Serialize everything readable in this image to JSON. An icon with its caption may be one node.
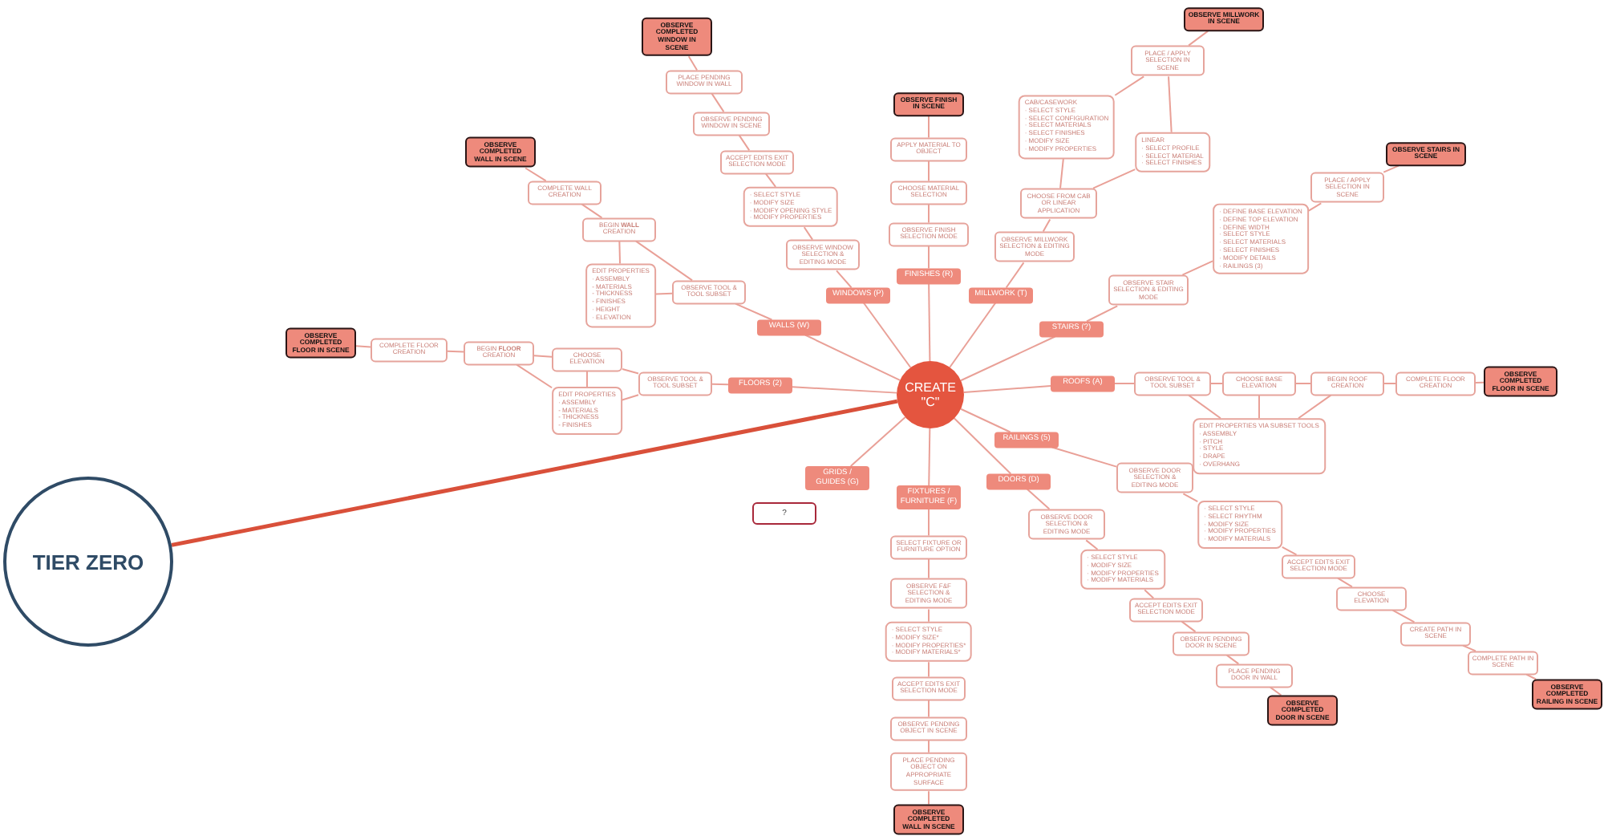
{
  "diagram": {
    "nodes": [
      {
        "text": [
          "TIER ZERO"
        ]
      },
      {
        "text": [
          "CREATE \"C\""
        ]
      },
      {
        "text": [
          "WALLS (W)"
        ]
      },
      {
        "text": [
          "WINDOWS (P)"
        ]
      },
      {
        "text": [
          "FINISHES (R)"
        ]
      },
      {
        "text": [
          "MILLWORK (T)"
        ]
      },
      {
        "text": [
          "STAIRS (?)"
        ]
      },
      {
        "text": [
          "FLOORS (2)"
        ]
      },
      {
        "text": [
          "ROOFS (A)"
        ]
      },
      {
        "text": [
          "RAILINGS (5)"
        ]
      },
      {
        "text": [
          "DOORS (D)"
        ]
      },
      {
        "text": [
          "FIXTURES / FURNITURE (F)"
        ]
      },
      {
        "text": [
          "GRIDS / GUIDES (G)"
        ]
      },
      {
        "text": [
          "?"
        ]
      },
      {
        "text": [
          "OBSERVE TOOL & TOOL SUBSET"
        ]
      },
      {
        "text": [
          "EDIT PROPERTIES",
          "· ASSEMBLY",
          "- MATERIALS",
          "- THICKNESS",
          "- FINISHES",
          "· HEIGHT",
          "· ELEVATION"
        ]
      },
      {
        "text": [
          "BEGIN **WALL** CREATION"
        ]
      },
      {
        "text": [
          "COMPLETE WALL CREATION"
        ]
      },
      {
        "text": [
          "OBSERVE COMPLETED WALL IN SCENE"
        ]
      },
      {
        "text": [
          "OBSERVE WINDOW SELECTION & EDITING MODE"
        ]
      },
      {
        "text": [
          "· SELECT STYLE",
          "· MODIFY SIZE",
          "· MODIFY OPENING STYLE",
          "· MODIFY PROPERTIES"
        ]
      },
      {
        "text": [
          "ACCEPT EDITS EXIT SELECTION MODE"
        ]
      },
      {
        "text": [
          "OBSERVE PENDING WINDOW IN SCENE"
        ]
      },
      {
        "text": [
          "PLACE PENDING WINDOW IN WALL"
        ]
      },
      {
        "text": [
          "OBSERVE COMPLETED WINDOW IN SCENE"
        ]
      },
      {
        "text": [
          "OBSERVE FINISH SELECTION MODE"
        ]
      },
      {
        "text": [
          "CHOOSE MATERIAL SELECTION"
        ]
      },
      {
        "text": [
          "APPLY MATERIAL TO OBJECT"
        ]
      },
      {
        "text": [
          "OBSERVE FINISH IN SCENE"
        ]
      },
      {
        "text": [
          "OBSERVE MILLWORK SELECTION & EDITING MODE"
        ]
      },
      {
        "text": [
          "CHOOSE FROM CAB OR LINEAR APPLICATION"
        ]
      },
      {
        "text": [
          "CAB/CASEWORK",
          "· SELECT STYLE",
          "· SELECT CONFIGURATION",
          "· SELECT MATERIALS",
          "· SELECT FINISHES",
          "· MODIFY SIZE",
          "· MODIFY PROPERTIES"
        ]
      },
      {
        "text": [
          "LINEAR",
          "· SELECT PROFILE",
          "· SELECT MATERIAL",
          "· SELECT FINISHES"
        ]
      },
      {
        "text": [
          "PLACE / APPLY SELECTION IN SCENE"
        ]
      },
      {
        "text": [
          "OBSERVE MILLWORK IN SCENE"
        ]
      },
      {
        "text": [
          "OBSERVE STAIR SELECTION & EDITING MODE"
        ]
      },
      {
        "text": [
          "· DEFINE BASE ELEVATION",
          "· DEFINE TOP ELEVATION",
          "· DEFINE WIDTH",
          "· SELECT STYLE",
          "· SELECT MATERIALS",
          "· SELECT FINISHES",
          "· MODIFY DETAILS",
          "· RAILINGS (3)"
        ]
      },
      {
        "text": [
          "PLACE / APPLY SELECTION IN SCENE"
        ]
      },
      {
        "text": [
          "OBSERVE STAIRS IN SCENE"
        ]
      },
      {
        "text": [
          "OBSERVE TOOL & TOOL SUBSET"
        ]
      },
      {
        "text": [
          "CHOOSE ELEVATION"
        ]
      },
      {
        "text": [
          "EDIT PROPERTIES",
          "· ASSEMBLY",
          "- MATERIALS",
          "- THICKNESS",
          "- FINISHES"
        ]
      },
      {
        "text": [
          "BEGIN **FLOOR** CREATION"
        ]
      },
      {
        "text": [
          "COMPLETE FLOOR CREATION"
        ]
      },
      {
        "text": [
          "OBSERVE COMPLETED FLOOR IN SCENE"
        ]
      },
      {
        "text": [
          "OBSERVE TOOL & TOOL SUBSET"
        ]
      },
      {
        "text": [
          "CHOOSE BASE ELEVATION"
        ]
      },
      {
        "text": [
          "BEGIN ROOF CREATION"
        ]
      },
      {
        "text": [
          "COMPLETE FLOOR CREATION"
        ]
      },
      {
        "text": [
          "OBSERVE COMPLETED FLOOR IN SCENE"
        ]
      },
      {
        "text": [
          "EDIT PROPERTIES VIA SUBSET TOOLS",
          "· ASSEMBLY",
          "· PITCH",
          "· STYLE",
          "· DRAPE",
          "· OVERHANG"
        ]
      },
      {
        "text": [
          "OBSERVE DOOR SELECTION & EDITING MODE"
        ]
      },
      {
        "text": [
          "· SELECT STYLE",
          "· SELECT RHYTHM",
          "· MODIFY SIZE",
          "· MODIFY PROPERTIES",
          "· MODIFY MATERIALS"
        ]
      },
      {
        "text": [
          "ACCEPT EDITS EXIT SELECTION MODE"
        ]
      },
      {
        "text": [
          "CHOOSE ELEVATION"
        ]
      },
      {
        "text": [
          "CREATE PATH IN SCENE"
        ]
      },
      {
        "text": [
          "COMPLETE PATH IN SCENE"
        ]
      },
      {
        "text": [
          "OBSERVE COMPLETED RAILING IN SCENE"
        ]
      },
      {
        "text": [
          "OBSERVE DOOR SELECTION & EDITING MODE"
        ]
      },
      {
        "text": [
          "· SELECT STYLE",
          "· MODIFY SIZE",
          "· MODIFY PROPERTIES",
          "· MODIFY MATERIALS"
        ]
      },
      {
        "text": [
          "ACCEPT EDITS EXIT SELECTION MODE"
        ]
      },
      {
        "text": [
          "OBSERVE PENDING DOOR IN SCENE"
        ]
      },
      {
        "text": [
          "PLACE PENDING DOOR IN WALL"
        ]
      },
      {
        "text": [
          "OBSERVE COMPLETED DOOR IN SCENE"
        ]
      },
      {
        "text": [
          "SELECT FIXTURE OR FURNITURE OPTION"
        ]
      },
      {
        "text": [
          "OBSERVE F&F SELECTION & EDITING MODE"
        ]
      },
      {
        "text": [
          "· SELECT STYLE",
          "· MODIFY SIZE*",
          "· MODIFY PROPERTIES*",
          "· MODIFY MATERIALS*"
        ]
      },
      {
        "text": [
          "ACCEPT EDITS EXIT SELECTION MODE"
        ]
      },
      {
        "text": [
          "OBSERVE PENDING OBJECT IN SCENE"
        ]
      },
      {
        "text": [
          "PLACE PENDING OBJECT ON APPROPRIATE SURFACE"
        ]
      },
      {
        "text": [
          "OBSERVE COMPLETED WALL IN SCENE"
        ]
      }
    ],
    "edges": [
      {
        "from": 0,
        "to": 1,
        "arrow": "none",
        "style": "thick",
        "color": "#d9503a"
      },
      {
        "from": 1,
        "to": 2,
        "arrow": "none"
      },
      {
        "from": 1,
        "to": 3,
        "arrow": "none"
      },
      {
        "from": 1,
        "to": 4,
        "arrow": "none"
      },
      {
        "from": 1,
        "to": 5,
        "arrow": "none"
      },
      {
        "from": 1,
        "to": 6,
        "arrow": "none"
      },
      {
        "from": 1,
        "to": 7,
        "arrow": "none"
      },
      {
        "from": 1,
        "to": 8,
        "arrow": "none"
      },
      {
        "from": 1,
        "to": 9,
        "arrow": "none"
      },
      {
        "from": 1,
        "to": 10,
        "arrow": "none"
      },
      {
        "from": 1,
        "to": 11,
        "arrow": "none"
      },
      {
        "from": 1,
        "to": 12,
        "arrow": "none"
      },
      {
        "from": 2,
        "to": 14,
        "arrow": "none"
      },
      {
        "from": 14,
        "to": 15,
        "arrow": "none"
      },
      {
        "from": 14,
        "to": 16,
        "arrow": "none"
      },
      {
        "from": 15,
        "to": 16,
        "arrow": "none"
      },
      {
        "from": 16,
        "to": 17,
        "arrow": "none"
      },
      {
        "from": 17,
        "to": 18,
        "arrow": "none"
      },
      {
        "from": 3,
        "to": 19,
        "arrow": "none"
      },
      {
        "from": 19,
        "to": 20,
        "arrow": "none"
      },
      {
        "from": 20,
        "to": 21,
        "arrow": "none"
      },
      {
        "from": 21,
        "to": 22,
        "arrow": "none"
      },
      {
        "from": 22,
        "to": 23,
        "arrow": "none"
      },
      {
        "from": 23,
        "to": 24,
        "arrow": "none"
      },
      {
        "from": 4,
        "to": 25,
        "arrow": "none"
      },
      {
        "from": 25,
        "to": 26,
        "arrow": "none"
      },
      {
        "from": 26,
        "to": 27,
        "arrow": "none"
      },
      {
        "from": 27,
        "to": 28,
        "arrow": "none"
      },
      {
        "from": 5,
        "to": 29,
        "arrow": "none"
      },
      {
        "from": 29,
        "to": 30,
        "arrow": "none"
      },
      {
        "from": 30,
        "to": 31,
        "arrow": "none"
      },
      {
        "from": 30,
        "to": 32,
        "arrow": "none"
      },
      {
        "from": 31,
        "to": 33,
        "arrow": "none"
      },
      {
        "from": 32,
        "to": 33,
        "arrow": "none"
      },
      {
        "from": 33,
        "to": 34,
        "arrow": "none"
      },
      {
        "from": 6,
        "to": 35,
        "arrow": "none"
      },
      {
        "from": 35,
        "to": 36,
        "arrow": "none"
      },
      {
        "from": 36,
        "to": 37,
        "arrow": "none"
      },
      {
        "from": 37,
        "to": 38,
        "arrow": "none"
      },
      {
        "from": 7,
        "to": 39,
        "arrow": "none"
      },
      {
        "from": 39,
        "to": 40,
        "arrow": "none"
      },
      {
        "from": 39,
        "to": 41,
        "arrow": "none"
      },
      {
        "from": 40,
        "to": 41,
        "arrow": "none"
      },
      {
        "from": 40,
        "to": 42,
        "arrow": "none"
      },
      {
        "from": 41,
        "to": 42,
        "arrow": "none"
      },
      {
        "from": 42,
        "to": 43,
        "arrow": "none"
      },
      {
        "from": 43,
        "to": 44,
        "arrow": "none"
      },
      {
        "from": 8,
        "to": 45,
        "arrow": "none"
      },
      {
        "from": 45,
        "to": 46,
        "arrow": "none"
      },
      {
        "from": 46,
        "to": 47,
        "arrow": "none"
      },
      {
        "from": 47,
        "to": 48,
        "arrow": "none"
      },
      {
        "from": 48,
        "to": 49,
        "arrow": "none"
      },
      {
        "from": 45,
        "to": 50,
        "arrow": "none"
      },
      {
        "from": 46,
        "to": 50,
        "arrow": "none"
      },
      {
        "from": 47,
        "to": 50,
        "arrow": "none"
      },
      {
        "from": 9,
        "to": 51,
        "arrow": "none"
      },
      {
        "from": 51,
        "to": 52,
        "arrow": "none"
      },
      {
        "from": 52,
        "to": 53,
        "arrow": "none"
      },
      {
        "from": 53,
        "to": 54,
        "arrow": "none"
      },
      {
        "from": 54,
        "to": 55,
        "arrow": "none"
      },
      {
        "from": 55,
        "to": 56,
        "arrow": "none"
      },
      {
        "from": 56,
        "to": 57,
        "arrow": "none"
      },
      {
        "from": 10,
        "to": 58,
        "arrow": "none"
      },
      {
        "from": 58,
        "to": 59,
        "arrow": "none"
      },
      {
        "from": 59,
        "to": 60,
        "arrow": "none"
      },
      {
        "from": 60,
        "to": 61,
        "arrow": "none"
      },
      {
        "from": 61,
        "to": 62,
        "arrow": "none"
      },
      {
        "from": 62,
        "to": 63,
        "arrow": "none"
      },
      {
        "from": 11,
        "to": 64,
        "arrow": "none"
      },
      {
        "from": 64,
        "to": 65,
        "arrow": "none"
      },
      {
        "from": 65,
        "to": 66,
        "arrow": "none"
      },
      {
        "from": 66,
        "to": 67,
        "arrow": "none"
      },
      {
        "from": 67,
        "to": 68,
        "arrow": "none"
      },
      {
        "from": 68,
        "to": 69,
        "arrow": "none"
      },
      {
        "from": 69,
        "to": 70,
        "arrow": "none"
      }
    ]
  }
}
